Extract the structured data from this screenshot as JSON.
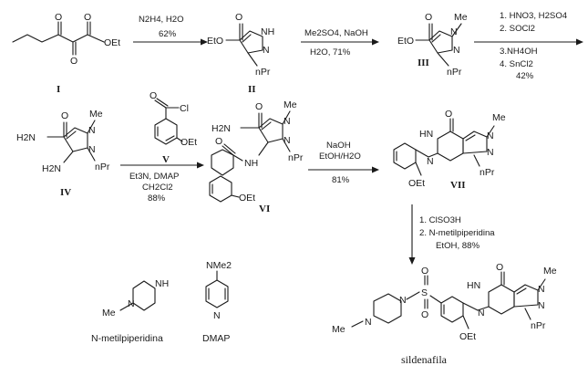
{
  "compounds": {
    "I": {
      "label": "I",
      "atoms": [
        "O",
        "O",
        "OEt",
        "O"
      ]
    },
    "II": {
      "label": "II",
      "atoms": [
        "EtO",
        "O",
        "N",
        "NH",
        "nPr"
      ]
    },
    "III": {
      "label": "III",
      "atoms": [
        "EtO",
        "O",
        "N",
        "N",
        "Me",
        "nPr"
      ]
    },
    "IV": {
      "label": "IV",
      "atoms": [
        "H2N",
        "O",
        "N",
        "N",
        "Me",
        "H2N",
        "nPr"
      ]
    },
    "V": {
      "label": "V",
      "atoms": [
        "O",
        "Cl",
        "OEt"
      ]
    },
    "VI": {
      "label": "VI",
      "atoms": [
        "H2N",
        "O",
        "N",
        "N",
        "Me",
        "nPr",
        "O",
        "NH",
        "OEt"
      ]
    },
    "VII": {
      "label": "VII",
      "atoms": [
        "O",
        "HN",
        "N",
        "N",
        "N",
        "Me",
        "nPr",
        "OEt"
      ]
    },
    "sildenafil": {
      "atoms": [
        "O",
        "O",
        "S",
        "N",
        "N",
        "Me",
        "HN",
        "N",
        "N",
        "N",
        "Me",
        "nPr",
        "OEt",
        "O"
      ]
    }
  },
  "steps": [
    {
      "id": "step1",
      "lines": [
        "N2H4, H2O",
        "62%"
      ]
    },
    {
      "id": "step2",
      "lines": [
        "Me2SO4, NaOH",
        "H2O, 71%"
      ]
    },
    {
      "id": "step3",
      "lines": [
        "1. HNO3, H2SO4",
        "2. SOCl2",
        "3.NH4OH",
        "4. SnCl2",
        "42%"
      ]
    },
    {
      "id": "step4",
      "lines": [
        "Et3N, DMAP",
        "CH2Cl2",
        "88%"
      ]
    },
    {
      "id": "step5",
      "lines": [
        "NaOH",
        "EtOH/H2O",
        "81%"
      ]
    },
    {
      "id": "step6",
      "lines": [
        "1. ClSO3H",
        "2. N-metilpiperidina",
        "EtOH, 88%"
      ]
    }
  ],
  "reagents": {
    "piperidine": {
      "caption": "N-metilpiperidina",
      "atoms": [
        "NH",
        "N",
        "Me"
      ]
    },
    "dmap": {
      "caption": "DMAP",
      "atoms": [
        "NMe2",
        "N"
      ]
    }
  },
  "product_caption": "sildenafila"
}
